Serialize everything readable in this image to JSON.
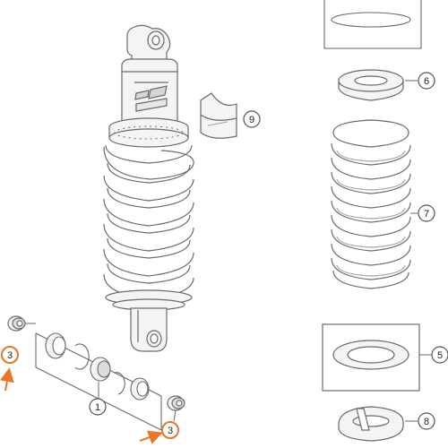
{
  "diagram": {
    "callouts": [
      {
        "id": "1",
        "label": "1"
      },
      {
        "id": "3a",
        "label": "3"
      },
      {
        "id": "3b",
        "label": "3"
      },
      {
        "id": "5",
        "label": "5"
      },
      {
        "id": "6",
        "label": "6"
      },
      {
        "id": "7",
        "label": "7"
      },
      {
        "id": "8",
        "label": "8"
      },
      {
        "id": "9",
        "label": "9"
      }
    ],
    "colors": {
      "line": "#6a6a6a",
      "body_fill": "#f4f4f4",
      "accent": "#e8772a",
      "callout_stroke": "#555555"
    }
  }
}
